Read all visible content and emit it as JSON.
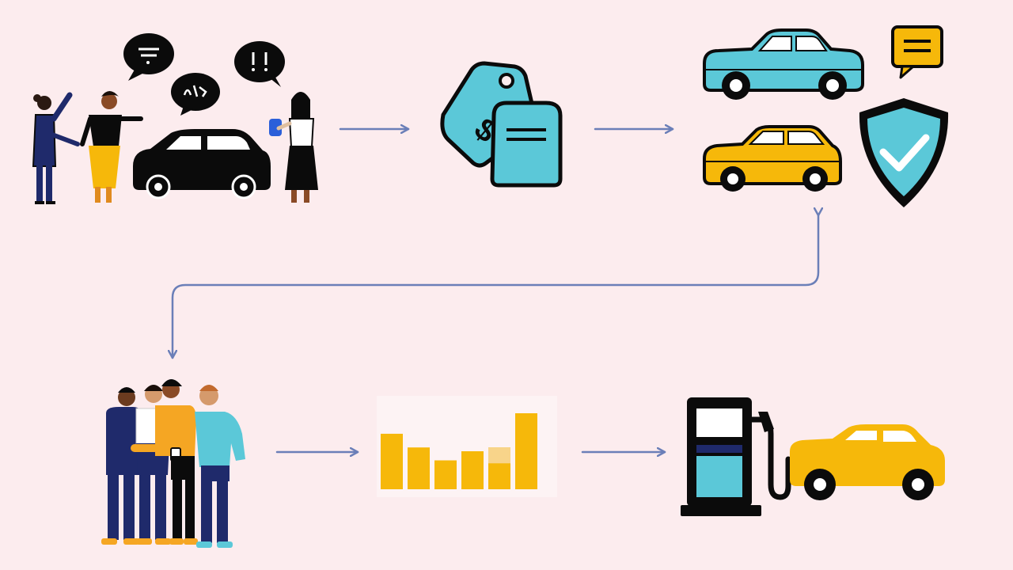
{
  "colors": {
    "background": "#fcecee",
    "arrow": "#6b7fb8",
    "teal": "#5bc8d8",
    "yellow": "#f6b80a",
    "orange": "#f5a623",
    "navy": "#1f2a6b",
    "ink": "#0b0b0b"
  },
  "nodes": [
    {
      "id": "dealership-conversation",
      "icon": "people-talking-with-car-icon"
    },
    {
      "id": "price-tags",
      "icon": "price-tag-icon"
    },
    {
      "id": "cars-insurance",
      "icon": "cars-with-shield-icon"
    },
    {
      "id": "group-of-people",
      "icon": "group-of-people-icon"
    },
    {
      "id": "bar-chart",
      "icon": "bar-chart-icon"
    },
    {
      "id": "fuel-station-car",
      "icon": "fuel-pump-with-car-icon"
    }
  ],
  "edges": [
    {
      "from": "dealership-conversation",
      "to": "price-tags"
    },
    {
      "from": "price-tags",
      "to": "cars-insurance"
    },
    {
      "from": "cars-insurance",
      "to": "group-of-people",
      "bidirectional": true
    },
    {
      "from": "group-of-people",
      "to": "bar-chart"
    },
    {
      "from": "bar-chart",
      "to": "fuel-station-car"
    }
  ],
  "chart_bars": [
    0.73,
    0.55,
    0.38,
    0.5,
    0.55,
    1.0
  ]
}
